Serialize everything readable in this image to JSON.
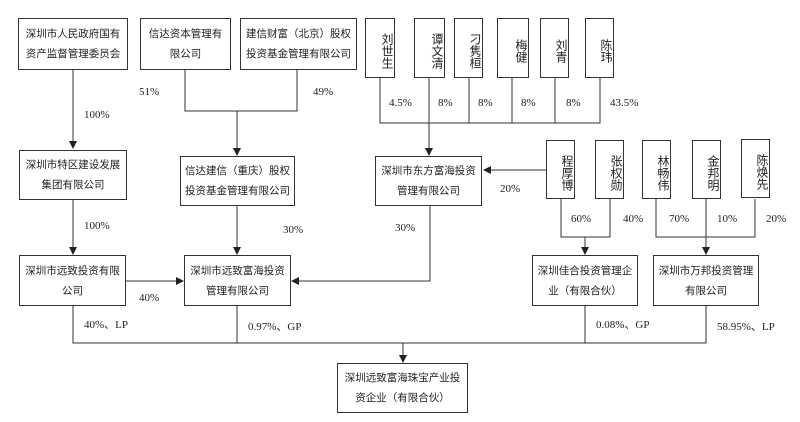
{
  "diagram": {
    "entities": {
      "sz_sasac": "深圳市人民政府国有资产监督管理委员会",
      "xinda_capital": "信达资本管理有限公司",
      "ccb_wealth": "建信财富（北京）股权投资基金管理有限公司",
      "sz_tequ": "深圳市特区建设发展集团有限公司",
      "xinda_ccb_cq": "信达建信（重庆）股权投资基金管理有限公司",
      "sz_dongfang": "深圳市东方富海投资管理有限公司",
      "sz_yuanzhi": "深圳市远致投资有限公司",
      "sz_yuanzhi_fuhai": "深圳市远致富海投资管理有限公司",
      "sz_jiahe": "深圳佳合投资管理企业（有限合伙）",
      "sz_wanbang": "深圳市万邦投资管理有限公司",
      "target": "深圳远致富海珠宝产业投资企业（有限合伙）"
    },
    "persons": {
      "liu_shisheng": "刘世生",
      "tan_wenqing": "谭文清",
      "diao_yanhuan": "刁隽桓",
      "mei_jian": "梅健",
      "liu_qing": "刘青",
      "chen_wei": "陈玮",
      "cheng_houbo": "程厚博",
      "zhang_quanxun": "张权勋",
      "lin_changwei": "林畅伟",
      "jin_bangming": "金邦明",
      "chen_huanxian": "陈焕先"
    },
    "percentages": {
      "sasac_to_tequ": "100%",
      "tequ_to_yuanzhi": "100%",
      "xinda_capital_share": "51%",
      "ccb_wealth_share": "49%",
      "xinda_ccb_to_yzfh": "30%",
      "dongfang_to_yzfh": "30%",
      "yuanzhi_to_yzfh": "40%",
      "liu_shisheng": "4.5%",
      "tan_wenqing": "8%",
      "diao_yanhuan": "8%",
      "mei_jian": "8%",
      "liu_qing": "8%",
      "chen_wei": "43.5%",
      "cheng_houbo_to_dongfang": "20%",
      "cheng_houbo": "60%",
      "zhang_quanxun": "40%",
      "lin_changwei": "70%",
      "jin_bangming": "10%",
      "chen_huanxian": "20%",
      "yuanzhi_to_target": "40%、LP",
      "yzfh_to_target": "0.97%、GP",
      "jiahe_to_target": "0.08%、GP",
      "wanbang_to_target": "58.95%、LP"
    }
  }
}
